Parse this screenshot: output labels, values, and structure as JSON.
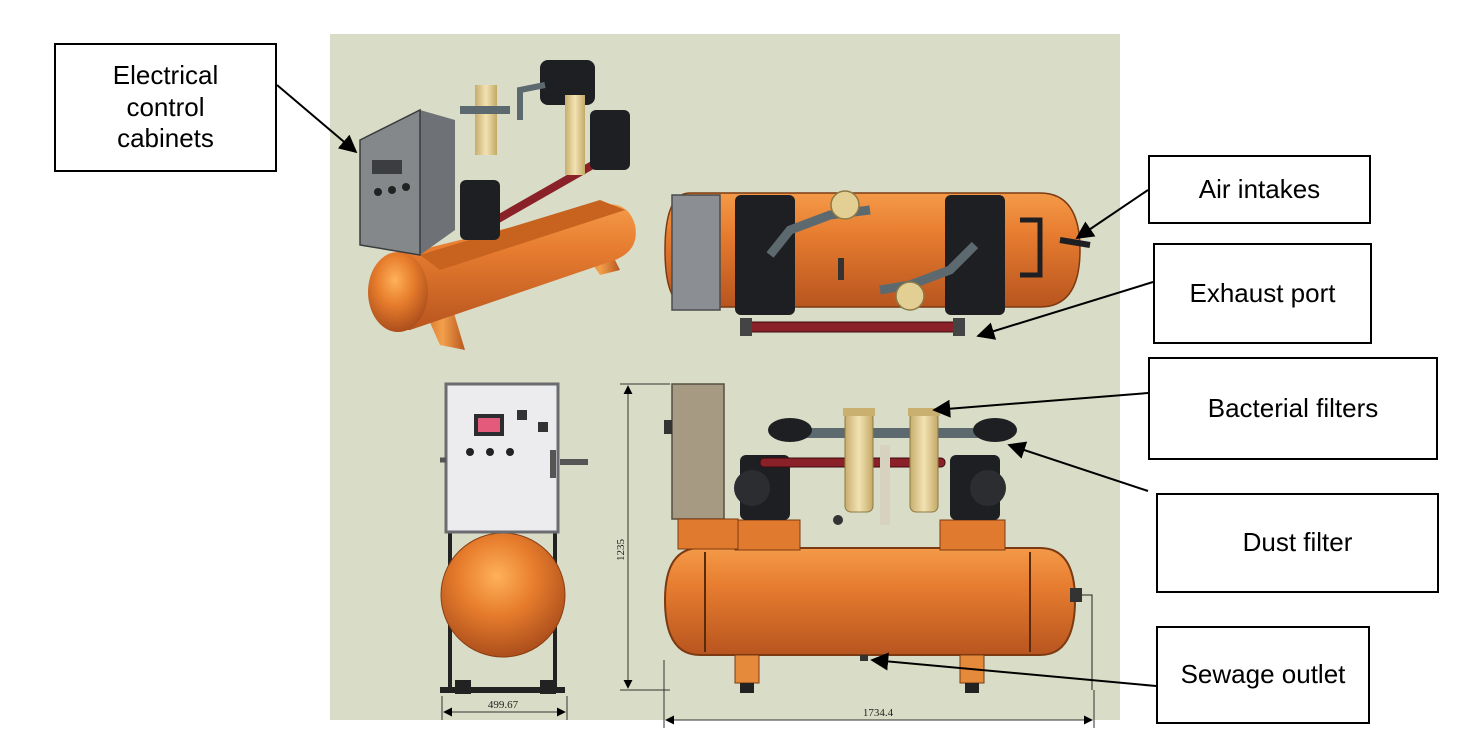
{
  "labels": {
    "electrical": [
      "Electrical",
      "control",
      "cabinets"
    ],
    "air_intakes": "Air intakes",
    "exhaust_port": "Exhaust port",
    "bacterial_filters": "Bacterial filters",
    "dust_filter": "Dust filter",
    "sewage_outlet": "Sewage outlet"
  },
  "dimensions": {
    "front_width": "499.67",
    "side_length": "1734.4",
    "height": "1235"
  },
  "colors": {
    "background_panel": "#d9dcc6",
    "tank": "#d9722a",
    "cabinet": "#7b7f82",
    "cabinet_front": "#e8e8ea",
    "pipe_red": "#8a2028",
    "filter": "#e3cf93",
    "motor": "#1e1f22",
    "arrow": "#000000"
  }
}
